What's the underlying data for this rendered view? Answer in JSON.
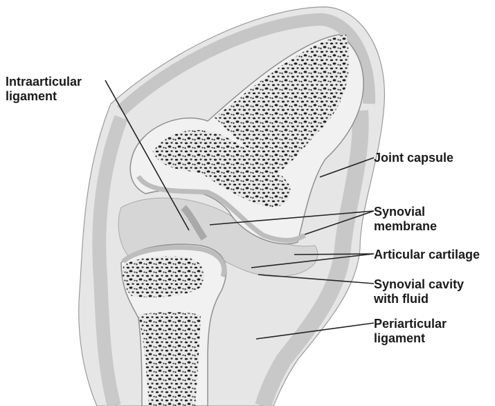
{
  "labels": {
    "intraarticular_ligament": [
      "Intraarticular",
      "ligament"
    ],
    "joint_capsule": [
      "Joint capsule"
    ],
    "synovial_membrane": [
      "Synovial",
      "membrane"
    ],
    "articular_cartilage": [
      "Articular cartilage"
    ],
    "synovial_cavity": [
      "Synovial cavity",
      "with fluid"
    ],
    "periarticular_ligament": [
      "Periarticular",
      "ligament"
    ]
  },
  "colors": {
    "soft_tissue": "#e6e6e6",
    "capsule_band": "#c4c4c4",
    "bone": "#f1f1f1",
    "spongy_holes": "#1f1f1f",
    "leader_line": "#222222"
  }
}
